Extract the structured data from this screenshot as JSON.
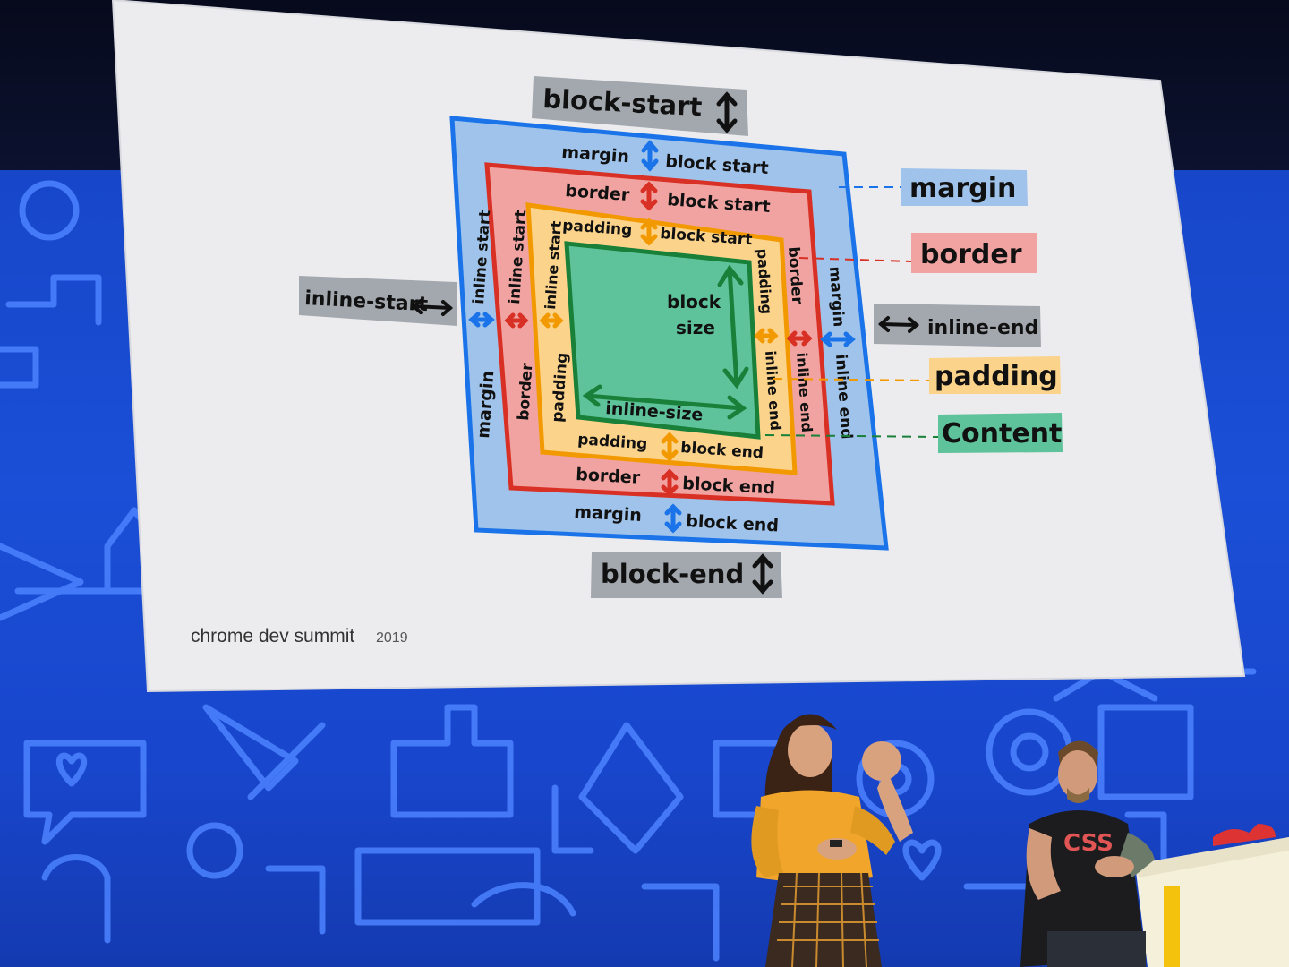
{
  "slide": {
    "labels": {
      "block_start": "block-start",
      "block_end": "block-end",
      "inline_start": "inline-start",
      "inline_end": "inline-end",
      "margin": "margin",
      "border": "border",
      "padding": "padding",
      "content": "Content"
    },
    "box": {
      "margin_block_start": "margin",
      "margin_block_start_tail": "block start",
      "border_block_start": "border",
      "border_block_start_tail": "block start",
      "padding_block_start": "padding",
      "padding_block_start_tail": "block start",
      "margin_inline_start": "margin",
      "margin_inline_start_tail": "inline start",
      "border_inline_start": "border",
      "border_inline_start_tail": "inline start",
      "padding_inline_start": "padding",
      "padding_inline_start_tail": "inline start",
      "margin_inline_end": "margin",
      "margin_inline_end_tail": "inline end",
      "border_inline_end": "border",
      "border_inline_end_tail": "inline end",
      "padding_inline_end": "padding",
      "padding_inline_end_tail": "inline end",
      "padding_block_end": "padding",
      "padding_block_end_tail": "block end",
      "border_block_end": "border",
      "border_block_end_tail": "block end",
      "margin_block_end": "margin",
      "margin_block_end_tail": "block end",
      "block_size_1": "block",
      "block_size_2": "size",
      "inline_size": "inline-size"
    },
    "footer": {
      "brand": "chrome dev summit",
      "year": "2019"
    }
  },
  "colors": {
    "margin": "#9fc3ea",
    "margin_line": "#1a73e8",
    "border": "#f0a3a0",
    "border_line": "#d93025",
    "padding": "#fbd38a",
    "padding_line": "#f29900",
    "content": "#5ec29b",
    "content_line": "#188038",
    "tag_grey": "#a3a8ae",
    "stage_blue": "#1a4fd6",
    "slide_bg": "#ededef"
  }
}
